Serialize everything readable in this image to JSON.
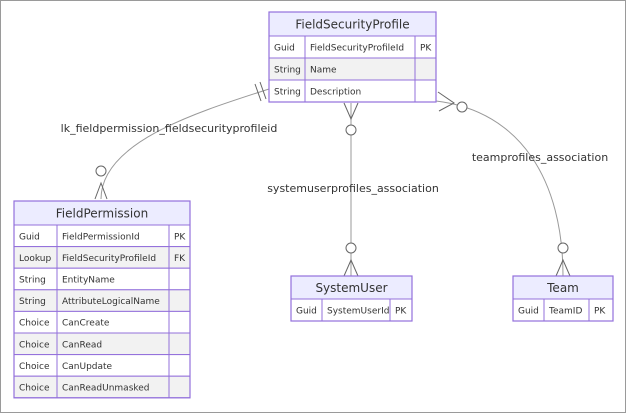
{
  "colors": {
    "entity_border": "#9370DB",
    "entity_title_bg": "#ECECFF",
    "row_odd_bg": "#ffffff",
    "row_even_bg": "#f2f2f2",
    "line": "#999999",
    "frame": "#9a9a9a"
  },
  "entities": {
    "field_security_profile": {
      "title": "FieldSecurityProfile",
      "rows": [
        {
          "type": "Guid",
          "name": "FieldSecurityProfileId",
          "key": "PK"
        },
        {
          "type": "String",
          "name": "Name",
          "key": ""
        },
        {
          "type": "String",
          "name": "Description",
          "key": ""
        }
      ]
    },
    "field_permission": {
      "title": "FieldPermission",
      "rows": [
        {
          "type": "Guid",
          "name": "FieldPermissionId",
          "key": "PK"
        },
        {
          "type": "Lookup",
          "name": "FieldSecurityProfileId",
          "key": "FK"
        },
        {
          "type": "String",
          "name": "EntityName",
          "key": ""
        },
        {
          "type": "String",
          "name": "AttributeLogicalName",
          "key": ""
        },
        {
          "type": "Choice",
          "name": "CanCreate",
          "key": ""
        },
        {
          "type": "Choice",
          "name": "CanRead",
          "key": ""
        },
        {
          "type": "Choice",
          "name": "CanUpdate",
          "key": ""
        },
        {
          "type": "Choice",
          "name": "CanReadUnmasked",
          "key": ""
        }
      ]
    },
    "system_user": {
      "title": "SystemUser",
      "rows": [
        {
          "type": "Guid",
          "name": "SystemUserId",
          "key": "PK"
        }
      ]
    },
    "team": {
      "title": "Team",
      "rows": [
        {
          "type": "Guid",
          "name": "TeamID",
          "key": "PK"
        }
      ]
    }
  },
  "relationships": {
    "field_permission": "lk_fieldpermission_fieldsecurityprofileid",
    "system_user": "systemuserprofiles_association",
    "team": "teamprofiles_association"
  }
}
